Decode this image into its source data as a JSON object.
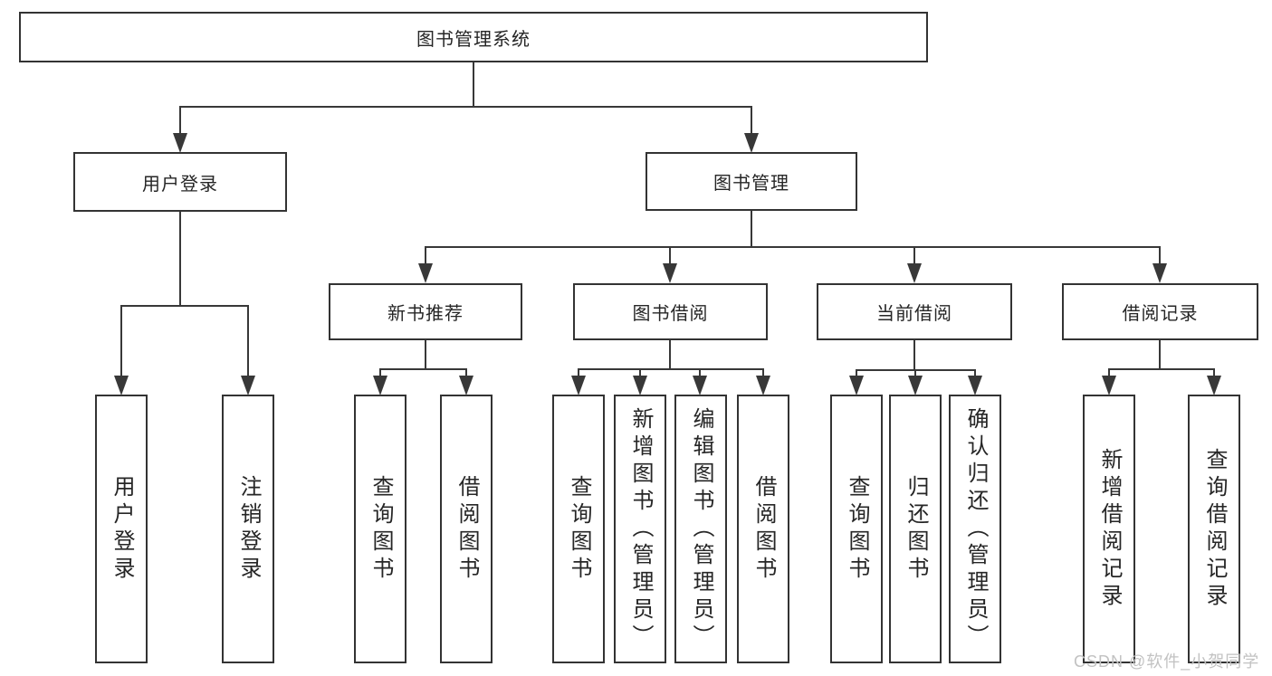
{
  "tree": {
    "label": "图书管理系统",
    "children": [
      {
        "label": "用户登录",
        "children": [
          {
            "label": "用户登录"
          },
          {
            "label": "注销登录"
          }
        ]
      },
      {
        "label": "图书管理",
        "children": [
          {
            "label": "新书推荐",
            "children": [
              {
                "label": "查询图书"
              },
              {
                "label": "借阅图书"
              }
            ]
          },
          {
            "label": "图书借阅",
            "children": [
              {
                "label": "查询图书"
              },
              {
                "label": "新增图书（管理员）"
              },
              {
                "label": "编辑图书（管理员）"
              },
              {
                "label": "借阅图书"
              }
            ]
          },
          {
            "label": "当前借阅",
            "children": [
              {
                "label": "查询图书"
              },
              {
                "label": "归还图书"
              },
              {
                "label": "确认归还（管理员）"
              }
            ]
          },
          {
            "label": "借阅记录",
            "children": [
              {
                "label": "新增借阅记录"
              },
              {
                "label": "查询借阅记录"
              }
            ]
          }
        ]
      }
    ]
  },
  "watermark": {
    "text": "CSDN @软件_小贺同学"
  },
  "colors": {
    "line": "#383838",
    "box_border": "#333333",
    "text": "#262626",
    "watermark": "#c2c2c2",
    "background": "#ffffff"
  }
}
